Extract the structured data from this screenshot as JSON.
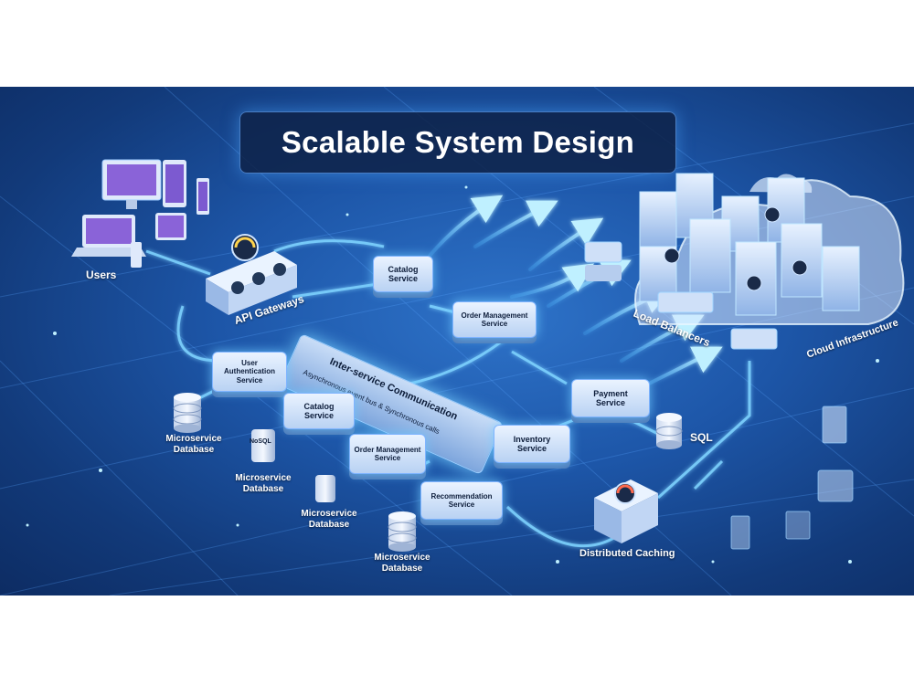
{
  "title": "Scalable System Design",
  "labels": {
    "users": "Users",
    "api_gateways": "API Gateways",
    "load_balancers": "Load Balancers",
    "cloud_infrastructure": "Cloud Infrastructure",
    "inter_service": "Inter-service Communication",
    "bus_sub": "Asynchronous event bus & Synchronous calls",
    "user_auth": "User Authentication Service",
    "catalog_top": "Catalog Service",
    "order_top": "Order Management Service",
    "catalog_mid": "Catalog Service",
    "order_mid": "Order Management Service",
    "inventory": "Inventory Service",
    "payment": "Payment Service",
    "recommendation": "Recommendation Service",
    "sql": "SQL",
    "nosql": "NoSQL",
    "distributed_caching": "Distributed Caching",
    "db1": "Microservice Database",
    "db2": "Microservice Database",
    "db3": "Microservice Database",
    "db4": "Microservice Database"
  },
  "colors": {
    "background_dark": "#0d2c63",
    "background_mid": "#2e73c9",
    "glow": "#6fd8ff",
    "node_face": "#eaf3ff",
    "text_dark": "#0d1d3a"
  }
}
